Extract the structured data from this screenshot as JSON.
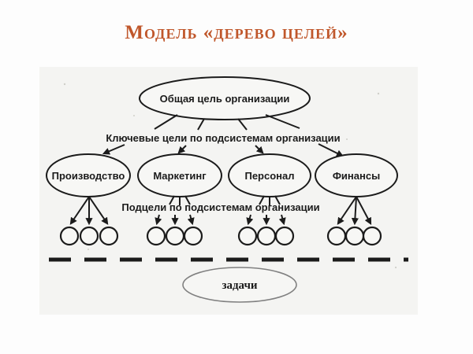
{
  "slide": {
    "title": "Модель «дерево целей»",
    "title_color": "#c0572b"
  },
  "diagram": {
    "root": {
      "label": "Общая цель организации"
    },
    "level1_label": "Ключевые цели по подсистемам организации",
    "subsystems": [
      {
        "label": "Производство",
        "subgoal_circles": 3
      },
      {
        "label": "Маркетинг",
        "subgoal_circles": 3
      },
      {
        "label": "Персонал",
        "subgoal_circles": 3
      },
      {
        "label": "Финансы",
        "subgoal_circles": 3
      }
    ],
    "level2_label": "Подцели по подсистемам организации",
    "bottom": {
      "label": "задачи"
    },
    "colors": {
      "ink": "#1b1b1b",
      "scan_background": "#f4f4f2",
      "bottom_ellipse_stroke": "#808080"
    }
  }
}
